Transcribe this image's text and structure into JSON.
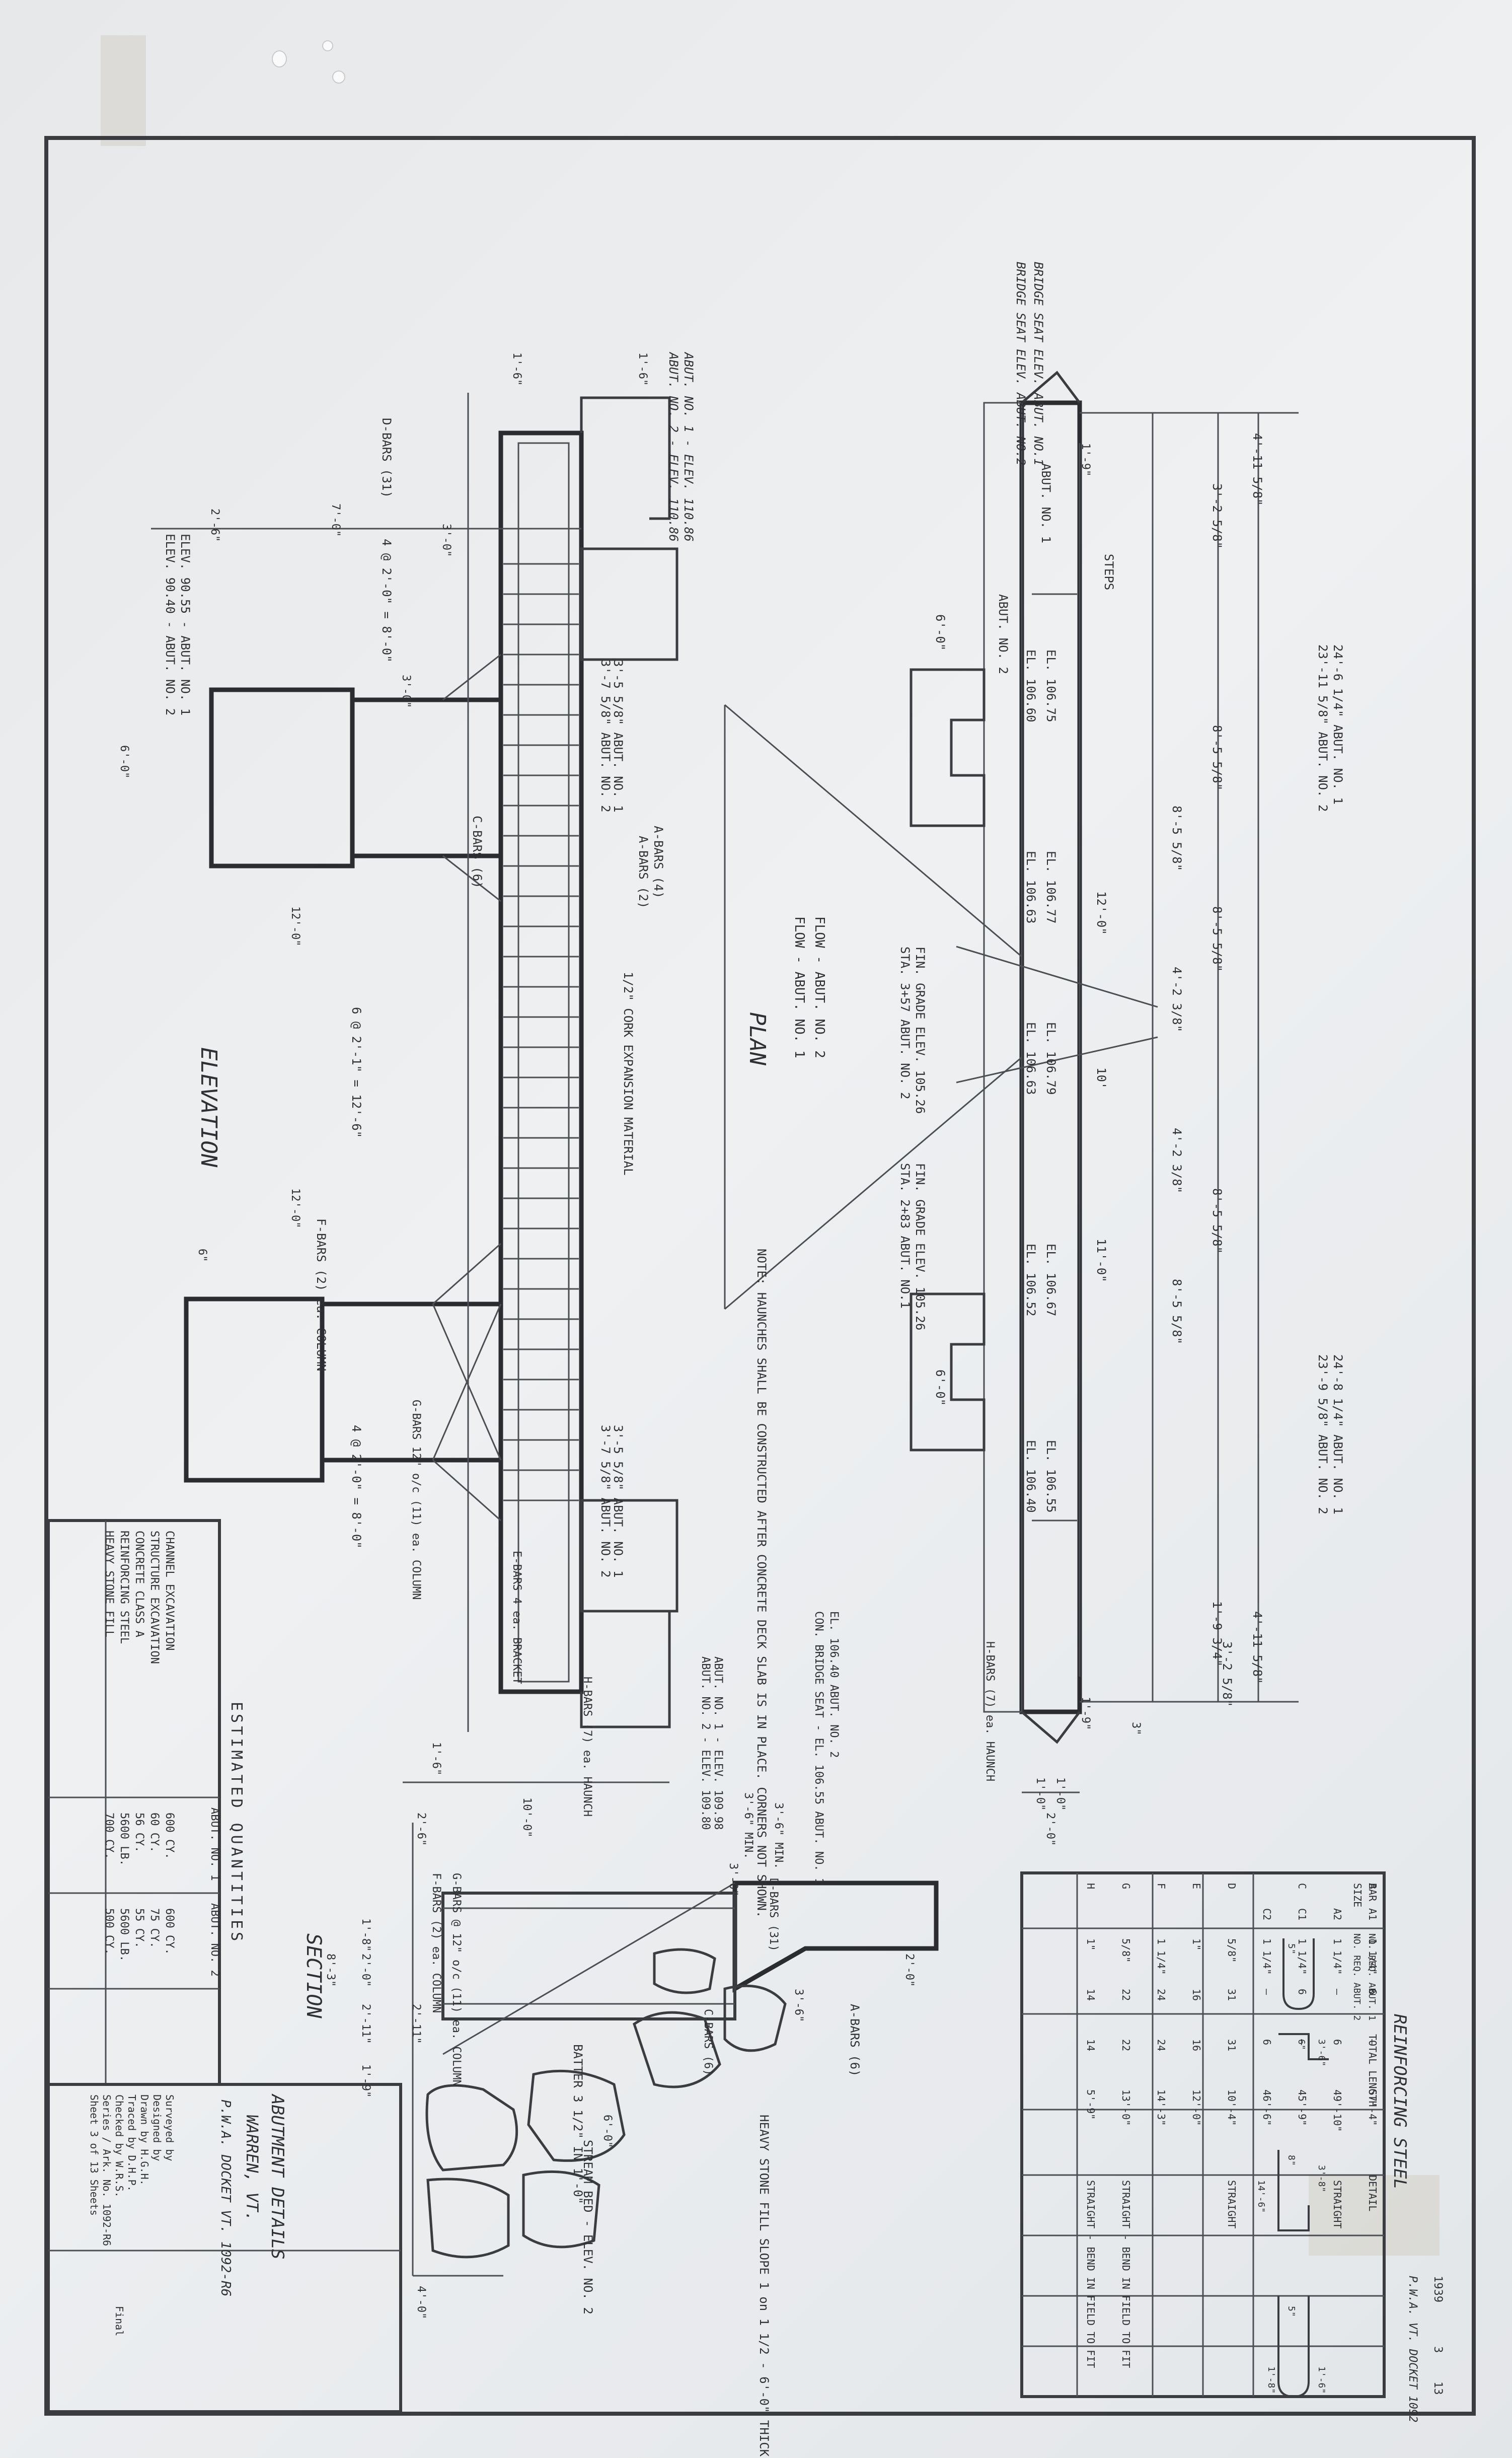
{
  "plan": {
    "title": "PLAN",
    "bridge_seat_abut1": "BRIDGE SEAT ELEV. ABUT. NO.1",
    "bridge_seat_abut2": "BRIDGE SEAT ELEV. ABUT. NO.2",
    "abut_no1": "ABUT. NO. 1",
    "abut_no2": "ABUT. NO. 2",
    "steps": "STEPS",
    "flow_abut1": "FLOW - ABUT. NO. 1",
    "flow_abut2": "FLOW - ABUT. NO. 2",
    "sta_abut2": "STA. 3+57 ABUT. NO. 2",
    "fin_grade_a": "FIN. GRADE ELEV. 105.26",
    "sta_abut1": "STA. 2+83 ABUT. NO.1",
    "fin_grade_b": "FIN. GRADE ELEV. 105.26",
    "note": "NOTE: HAUNCHES SHALL BE CONSTRUCTED AFTER CONCRETE DECK SLAB IS IN PLACE. CORNERS NOT SHOWN.",
    "concrete_bridge_seat": "CON. BRIDGE SEAT - EL. 106.55 ABUT. NO. 1",
    "el_abut2": "EL. 106.40 ABUT. NO. 2",
    "h_bars": "H-BARS (7) ea. HAUNCH",
    "el_values": [
      "EL. 106.75",
      "EL. 106.60",
      "EL. 106.77",
      "EL. 106.63",
      "EL. 106.79",
      "EL. 106.63",
      "EL. 106.67",
      "EL. 106.52",
      "EL. 106.55",
      "EL. 106.40"
    ],
    "dims": [
      "4'-11 5/8\"",
      "3'-2 5/8\"",
      "8'-5 5/8\"",
      "8'-5 5/8\"",
      "8'-5 5/8\"",
      "4'-2 3/8\"",
      "4'-2 3/8\"",
      "8'-5 5/8\"",
      "8'-5 5/8\"",
      "1'-9 3/4\"",
      "3'-2 5/8\"",
      "4'-11 5/8\"",
      "12'-0\"",
      "11'-0\"",
      "10'",
      "6'-0\"",
      "6'-0\""
    ],
    "dim_24_6": "24'-6 1/4\" ABUT. NO. 1",
    "dim_23_11": "23'-11 5/8\" ABUT. NO. 2",
    "dim_24_8": "24'-8 1/4\" ABUT. NO. 1",
    "dim_23_9": "23'-9 5/8\" ABUT. NO. 2",
    "small_dims": [
      "1'-0\"",
      "1'-0\"",
      "2'-0\"",
      "1'-9\"",
      "3\"",
      "1'-9\""
    ]
  },
  "elevation": {
    "title": "ELEVATION",
    "abut1_top": "ABUT. NO. 1 - ELEV. 110.86",
    "abut2_top": "ABUT. NO. 2 - ELEV. 110.86",
    "d_bars": "D-BARS (31)",
    "elev_abut1": "ELEV. 90.55 - ABUT. NO. 1",
    "elev_abut2": "ELEV. 90.40 - ABUT. NO. 2",
    "spacing_1": "4 @ 2'-0\" = 8'-0\"",
    "spacing_2": "6 @ 2'-1\" = 12'-6\"",
    "spacing_3": "4 @ 2'-0\" = 8'-0\"",
    "dim_3_5": "3'-5 5/8\" ABUT. NO. 1",
    "dim_3_7": "3'-7 5/8\" ABUT. NO. 2",
    "a_bars_4": "A-BARS (4)",
    "a_bars_2": "A-BARS (2)",
    "c_bars": "C-BARS (6)",
    "expansion": "1/2\" CORK EXPANSION MATERIAL",
    "f_bars": "F-BARS (2) ea. COLUMN",
    "g_bars": "G-BARS 12\" o/c (11) ea. COLUMN",
    "e_bars": "E-BARS 4 ea. BRACKET",
    "h_bars": "H-BARS (7) ea. HAUNCH",
    "dims": [
      "1'-6\"",
      "1'-6\"",
      "2'-6\"",
      "7'-0\"",
      "3'-0\"",
      "3'-0\"",
      "6'-0\"",
      "12'-0\"",
      "12'-0\"",
      "3'-6\" MIN.",
      "10'-0\"",
      "1'-6\"",
      "6\""
    ],
    "abut_elev_a": "ABUT. NO. 1 - ELEV. 109.98",
    "abut_elev_b": "ABUT. NO. 2 - ELEV. 109.80"
  },
  "section": {
    "title": "SECTION",
    "a_bars": "A-BARS (6)",
    "d_bars": "D-BARS (31)",
    "c_bars": "C-BARS (6)",
    "g_bars": "G-BARS @ 12\" o/c (11) ea. COLUMN",
    "f_bars": "F-BARS (2) ea. COLUMN",
    "batter": "BATTER 3 1/2\" IN 1'-0\"",
    "stream_bed": "STREAM BED - ELEV. NO. 2",
    "heavy_stone": "HEAVY STONE FILL SLOPE 1 on 1 1/2 - 6'-0\" THICK",
    "dims": [
      "2'-6\"",
      "1'-8\"",
      "2'-0\"",
      "2'-11\"",
      "2'-11\"",
      "1'-9\"",
      "8'-3\"",
      "6'-0\"",
      "4'-0\"",
      "3'-6\"",
      "2'-0\"",
      "3'-0\"",
      "3'-6\" MIN."
    ]
  },
  "quantities": {
    "title": "ESTIMATED QUANTITIES",
    "headers": [
      "",
      "ABUT. NO. 1",
      "ABUT. NO. 2"
    ],
    "rows": [
      [
        "CHANNEL EXCAVATION",
        "600 CY.",
        "600 CY."
      ],
      [
        "STRUCTURE EXCAVATION",
        "60 CY.",
        "75 CY."
      ],
      [
        "CONCRETE CLASS A",
        "56 CY.",
        "55 CY."
      ],
      [
        "REINFORCING STEEL",
        "5600 LB.",
        "5600 LB."
      ],
      [
        "HEAVY STONE FILL",
        "700 CY.",
        "500 CY."
      ]
    ]
  },
  "title_block": {
    "title": "ABUTMENT DETAILS",
    "location": "WARREN, VT.",
    "docket": "P.W.A. DOCKET VT. 1092-R6",
    "surveyed": "Surveyed by",
    "designed": "Designed by",
    "drawn": "Drawn by H.G.H.",
    "traced": "Traced by D.H.P.",
    "checked": "Checked by W.R.S.",
    "series": "Series / Ark. No. 1092-R6",
    "sheet": "Sheet 3 of 13 Sheets",
    "final": "Final"
  },
  "stamp": {
    "line1": "P.W.A. VT. DOCKET 1092",
    "line2": "1939",
    "line3": "3",
    "line4": "13"
  },
  "reinforcing": {
    "title": "REINFORCING STEEL",
    "headers": [
      "BAR",
      "SIZE",
      "NO. REQ. ABUT. 1",
      "NO. REQ. ABUT. 2",
      "TOTAL LENGTH",
      "DETAIL"
    ],
    "rows": [
      [
        "A",
        "A1",
        "1 1/4\"",
        "6",
        "—",
        "57'-4\"",
        ""
      ],
      [
        "",
        "A2",
        "1 1/4\"",
        "—",
        "6",
        "49'-10\"",
        "STRAIGHT"
      ],
      [
        "C",
        "C1",
        "1 1/4\"",
        "6",
        "—",
        "45'-9\"",
        ""
      ],
      [
        "",
        "C2",
        "1 1/4\"",
        "—",
        "6",
        "46'-6\"",
        ""
      ],
      [
        "D",
        "",
        "5/8\"",
        "31",
        "31",
        "10'-4\"",
        "STRAIGHT"
      ],
      [
        "E",
        "",
        "1\"",
        "16",
        "16",
        "12'-0\"",
        ""
      ],
      [
        "F",
        "",
        "1 1/4\"",
        "24",
        "24",
        "14'-3\"",
        ""
      ],
      [
        "G",
        "",
        "5/8\"",
        "22",
        "22",
        "13'-0\"",
        "STRAIGHT - BEND IN FIELD TO FIT"
      ],
      [
        "H",
        "",
        "1\"",
        "14",
        "14",
        "5'-9\"",
        "STRAIGHT - BEND IN FIELD TO FIT"
      ]
    ],
    "detail_dims": [
      "5\"",
      "6\"",
      "3'-6\"",
      "8\"",
      "3'-8\"",
      "1'-8\"",
      "1'-6\"",
      "5\"",
      "14'-6\""
    ]
  },
  "colors": {
    "paper": "#e9ecef",
    "ink": "#3a3c40"
  }
}
